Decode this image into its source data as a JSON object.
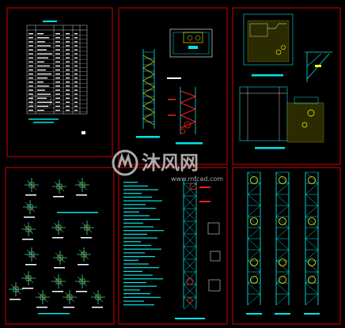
{
  "colors": {
    "background": "#000000",
    "frame": "#d40000",
    "drawing_cyan": "#00e5e5",
    "drawing_yellow": "#ffff00",
    "drawing_red": "#ff2020",
    "drawing_white": "#ffffff",
    "watermark": "#b9b9b9"
  },
  "sheets": [
    {
      "id": "sheet-1-table"
    },
    {
      "id": "sheet-2-ladder-elevation"
    },
    {
      "id": "sheet-3-plans"
    },
    {
      "id": "sheet-4-details"
    },
    {
      "id": "sheet-5-tower-elevation"
    },
    {
      "id": "sheet-6-truss-elevations"
    }
  ],
  "watermark": {
    "brand": "沐风网",
    "url": "www.mfcad.com",
    "icon": "mf-logo-icon"
  }
}
